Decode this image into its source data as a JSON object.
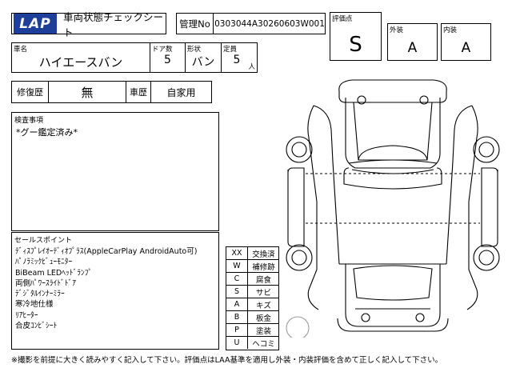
{
  "header": {
    "logo": "LAP",
    "title": "車両状態チェックシート",
    "management_label": "管理No",
    "management_no": "0303044A30260603W001"
  },
  "ratings": {
    "score_label": "評価点",
    "score": "S",
    "exterior_label": "外装",
    "exterior": "A",
    "interior_label": "内装",
    "interior": "A"
  },
  "vehicle": {
    "name_label": "車名",
    "name": "ハイエースバン",
    "doors_label": "ドア数",
    "doors": "5",
    "shape_label": "形状",
    "shape": "バン",
    "capacity_label": "定員",
    "capacity": "5",
    "capacity_unit": "人"
  },
  "history": {
    "repair_label": "修復歴",
    "repair": "無",
    "usage_label": "車歴",
    "usage": "自家用"
  },
  "inspection": {
    "label": "検査事項",
    "text": "*グー鑑定済み*"
  },
  "sales_points": {
    "label": "セールスポイント",
    "items": [
      "ﾃﾞｨｽﾌﾟﾚｲｵｰﾃﾞｨｵﾌﾟﾗｽ(AppleCarPlay AndroidAuto可)",
      "ﾊﾟﾉﾗﾐｯｸﾋﾞｭｰﾓﾆﾀｰ",
      "BiBeam LEDﾍｯﾄﾞﾗﾝﾌﾟ",
      "両側ﾊﾟﾜｰｽﾗｲﾄﾞﾄﾞｱ",
      "ﾃﾞｼﾞﾀﾙｲﾝﾅｰﾐﾗｰ",
      "寒冷地仕様",
      "ﾘｱﾋｰﾀｰ",
      "合皮ｺﾝﾋﾞｼｰﾄ"
    ]
  },
  "legend": [
    {
      "code": "XX",
      "name": "交換済"
    },
    {
      "code": "W",
      "name": "補修跡"
    },
    {
      "code": "C",
      "name": "腐食"
    },
    {
      "code": "S",
      "name": "サビ"
    },
    {
      "code": "A",
      "name": "キズ"
    },
    {
      "code": "B",
      "name": "板金"
    },
    {
      "code": "P",
      "name": "塗装"
    },
    {
      "code": "U",
      "name": "ヘコミ"
    }
  ],
  "footnote": "※撮影を前提に大きく読みやすく記入して下さい。評価点はLAA基準を適用し外装・内装評価を含めて正しく記入して下さい。",
  "colors": {
    "logo_bg": "#1d3f9a"
  }
}
